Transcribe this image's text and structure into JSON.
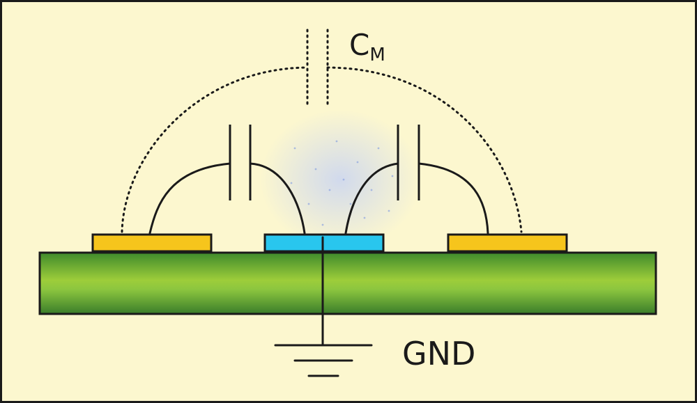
{
  "diagram": {
    "mutual_cap_label_main": "C",
    "mutual_cap_label_sub": "M",
    "ground_label": "GND"
  },
  "colors": {
    "background": "#fcf7cf",
    "board_green": "#8cc63f",
    "board_dark": "#3f8a2c",
    "trace_yellow": "#f6c51c",
    "ground_trace_cyan": "#29c6ee",
    "field_speckle": "#c9d4f2"
  }
}
